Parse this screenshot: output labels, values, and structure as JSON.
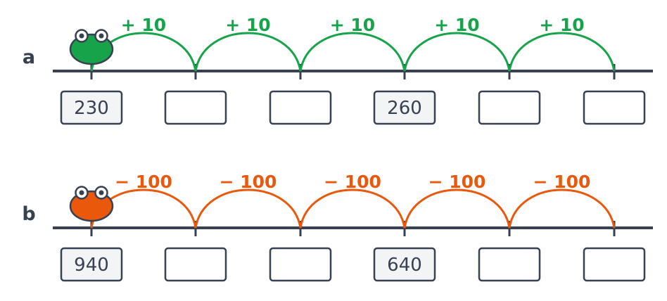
{
  "colors": {
    "line": "#374151",
    "green": "#16a34a",
    "orange": "#ea580c",
    "box_fill": "#f3f4f6",
    "box_border": "#374151"
  },
  "rows": [
    {
      "id": "a",
      "label": "a",
      "jump_label": "+ 10",
      "color": "#16a34a",
      "frog_color": "#16a34a",
      "boxes": [
        "230",
        "",
        "",
        "260",
        "",
        ""
      ]
    },
    {
      "id": "b",
      "label": "b",
      "jump_label": "− 100",
      "color": "#ea580c",
      "frog_color": "#ea580c",
      "boxes": [
        "940",
        "",
        "",
        "640",
        "",
        ""
      ]
    }
  ]
}
